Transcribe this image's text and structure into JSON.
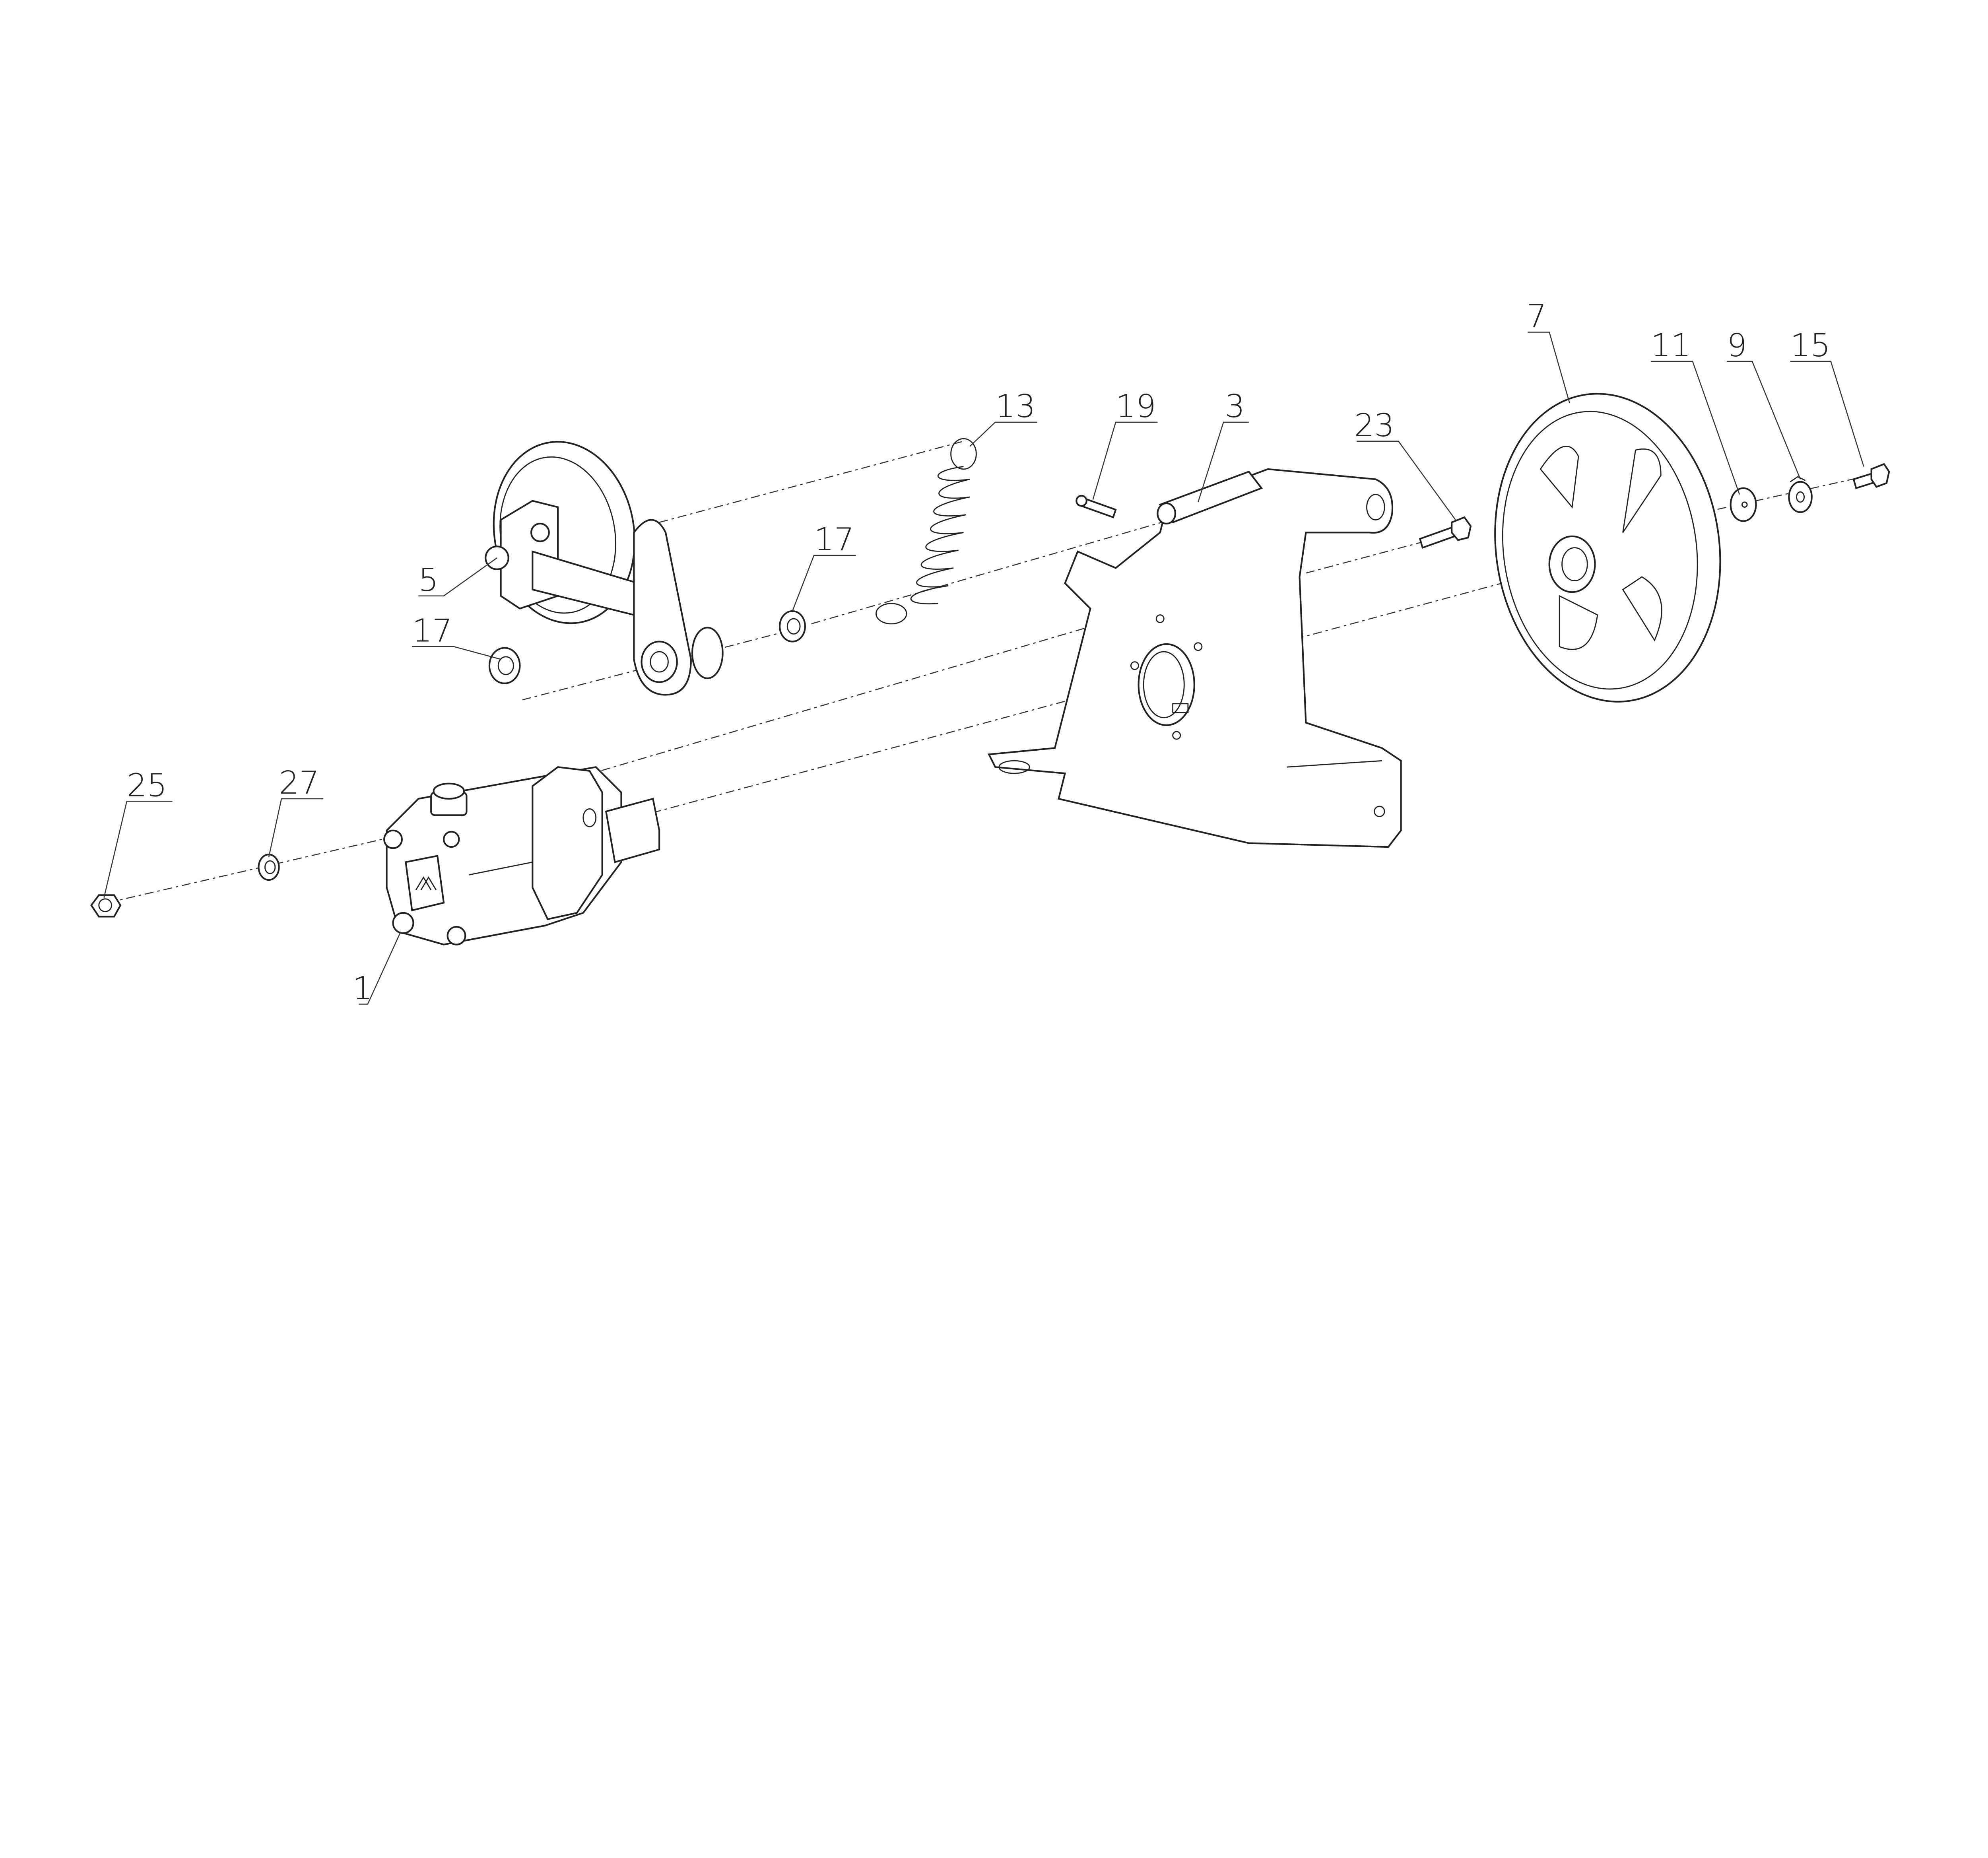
{
  "title": "Exploded assembly diagram",
  "colors": {
    "line": "#222222",
    "background": "#ffffff"
  },
  "labels": {
    "p1": "1",
    "p3": "3",
    "p5": "5",
    "p7": "7",
    "p9": "9",
    "p11": "11",
    "p13": "13",
    "p15": "15",
    "p17a": "17",
    "p17b": "17",
    "p19": "19",
    "p23": "23",
    "p25": "25",
    "p27": "27"
  }
}
